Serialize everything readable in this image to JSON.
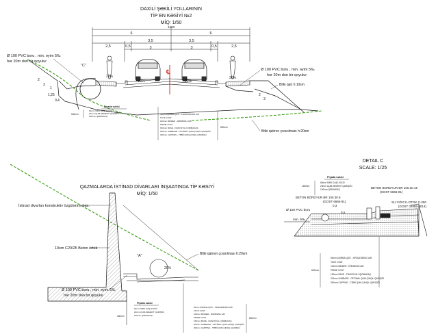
{
  "section1": {
    "title_line1": "DAXİLİ ŞƏKİLİ YOLLARININ",
    "title_line2": "TİP EN KƏSİYİ №2",
    "scale": "MİQ: 1/50",
    "dim_total": "1200",
    "dim_halves": [
      "6",
      "6"
    ],
    "dim_parts": [
      "2,5",
      "0,5",
      "3,5",
      "3,5",
      "0,5",
      "2,5"
    ],
    "dim_lanes": [
      "3",
      "3"
    ],
    "pvc_left_line1": "Ø 100 PVC boru , min. əyim 5‰",
    "pvc_left_line2": "hər 20m dən bir qoyulur",
    "pvc_right_line1": "Ø 100 PVC boru , min. əyim 5‰",
    "pvc_right_line2": "hər 20m dən bir qoyulur",
    "detail_c_marker": "\"C\"",
    "slope_left": "20%",
    "slope_center_left": "-20%",
    "slope_center_right": "-20%",
    "slope_right": "20%",
    "slope_ratio_2": "2",
    "slope_ratio_3": "3",
    "slope_ratio_1": "1",
    "slope_dims": [
      "1,25",
      "0,4"
    ],
    "gravel_label": "Bitki qatı h:10sm",
    "topsoil_label": "Bitki qatının çıxarılması h:20sm",
    "walkway_title": "Piyada səkisi",
    "walkway_layers": [
      "60mm SƏKİ DAŞI 10X20",
      "20mm QUM-SEMENT QARIŞIĞI",
      "100mm QIRMADAŞ"
    ],
    "walkway_thickness": "180mm",
    "road_layers": [
      "50mm AŞINMA QATI - XIRDADƏNƏLİ A/B",
      "TACK COAT",
      "100mm BINDER - İRİDƏNƏLİ A/B",
      "PRIME COAT",
      "150mm BASE - FRAKSİYALI QIRMADAŞ",
      "200mm SUBBASE - OPTİMAL QUM-ÇINQIL QARIŞIĞI",
      "300mm CAPPING - TƏBİİ QUM-ÇINQIL QARIŞIĞI"
    ],
    "road_thickness": "800mm"
  },
  "section2": {
    "title": "QAZMALARDA İSTİNAD DİVARLARI İNŞAATINDA TİP KƏSİYİ",
    "scale": "MİQ: 1/50",
    "wall_label": "İstinad divarları konstruktiv özgülərinə bax.",
    "concrete_label": "10sm C20/25 Beton örtük",
    "a_marker": "\"A\"",
    "slope": "20%",
    "pvc_line1": "Ø 100 PVC boru , min. əyim 5‰",
    "pvc_line2": "hər 20m dən bir qoyulur",
    "topsoil_label": "Bitki qatının çıxarılması h:20sm",
    "walkway_title": "Piyada səkisi",
    "walkway_layers": [
      "60mm SƏKİ DAŞI 10X20",
      "20mm QUM-SEMENT QARIŞIĞI",
      "100mm QIRMADAŞ"
    ],
    "walkway_thickness": "180mm",
    "road_layers": [
      "50mm AŞINMA QATI - XIRDADƏNƏLİ A/B",
      "TACK COAT",
      "100mm BINDER - İRİDƏNƏLİ A/B",
      "PRIME COAT",
      "150mm BASE - FRAKSİYALI QIRMADAŞ",
      "200mm SUBBASE - OPTİMAL QUM-ÇINQIL QARIŞIĞI",
      "300mm CAPPING - TƏBİİ QUM-ÇINQIL QARIŞIĞI"
    ],
    "road_thickness": "800mm"
  },
  "detail_c": {
    "title": "DETAIL C",
    "scale": "SCALE: 1/25",
    "walkway_title": "Piyada səkisi",
    "walkway_layers": [
      "60mm SƏKİ DAŞI 10X20",
      "20mm QUM-SEMENT QARIŞIĞI",
      "100mm QIRMADAŞ"
    ],
    "walkway_thickness": "180mm",
    "curb_left_line1": "BETON BORDYUR BR 100.30.8",
    "curb_left_line2": "(GOST 6665-91)",
    "curb_right_line1": "BETON BORDYUR BR 100.30.15",
    "curb_right_line2": "(GOST 6665-91)",
    "tray_line1": "SU YIĞICI LOTOK C-250",
    "tray_line2": "(GOST 32955-2014)",
    "pvc_label": "Ø 100 PVC boru",
    "min_slope": "min. 5‰",
    "dim_03": "0,3",
    "dim_05": "0,5",
    "road_layers": [
      "50mm AŞINMA QATI - XIRDADƏNƏLİ A/B",
      "TACK COAT",
      "100mm BINDER - İRİDƏNƏLİ A/B",
      "PRIME COAT",
      "150mm BASE - FRAKSİYALI QIRMADAŞ",
      "200mm SUBBASE - OPTİMAL QUM-ÇINQIL QARIŞIĞI",
      "300mm CAPPING - TƏBİİ QUM-ÇINQIL QARIŞIĞI"
    ],
    "road_thickness": "800mm"
  },
  "colors": {
    "line": "#111111",
    "green_dash": "#3a9e16",
    "axis_red": "#cc0000",
    "hatch": "#777777"
  }
}
